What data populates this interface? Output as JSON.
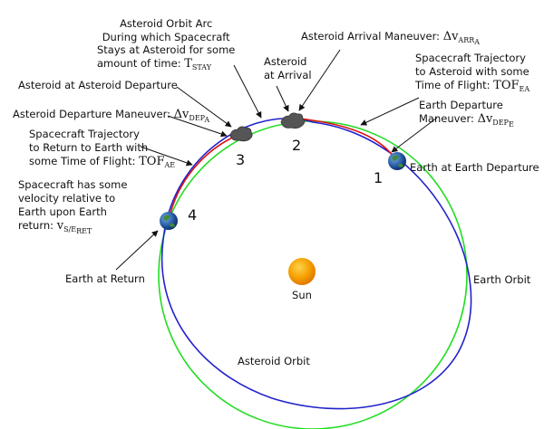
{
  "colors": {
    "earth_orbit": "#22dd22",
    "asteroid_orbit": "#2222cc",
    "trajectory": "#dd1111",
    "sun": "#f39a00",
    "arrow": "#111111"
  },
  "labels": {
    "orbit_arc": [
      "Asteroid Orbit Arc",
      "During which Spacecraft",
      "Stays at Asteroid for some",
      "amount of time: "
    ],
    "t_stay_sym": "T",
    "t_stay_sub": "STAY",
    "arrival_maneuver": "Asteroid Arrival Maneuver: ",
    "dv": "Δv",
    "arr_sub": "ARR",
    "sub_a": "A",
    "asteroid_at_arrival": [
      "Asteroid",
      "at Arrival"
    ],
    "traj_to_asteroid": [
      "Spacecraft Trajectory",
      "to Asteroid with some",
      "Time of Flight: "
    ],
    "tof_sym": "TOF",
    "ea_sub": "EA",
    "ae_sub": "AE",
    "asteroid_at_departure": "Asteroid at Asteroid Departure",
    "asteroid_departure_maneuver": "Asteroid Departure Maneuver: ",
    "dep_sub": "DEP",
    "earth_departure_maneuver": [
      "Earth Departure",
      "Maneuver: "
    ],
    "sub_e": "E",
    "traj_to_earth": [
      "Spacecraft Trajectory",
      "to Return to Earth with",
      "some Time of Flight: "
    ],
    "earth_at_departure": "Earth at Earth Departure",
    "velocity_note": [
      "Spacecraft has some",
      "velocity relative to",
      "Earth upon Earth",
      "return: "
    ],
    "v_sym": "v",
    "v_sub": "S/E",
    "ret_sub": "RET",
    "earth_at_return": "Earth at Return",
    "earth_orbit": "Earth Orbit",
    "asteroid_orbit": "Asteroid Orbit",
    "sun": "Sun"
  },
  "stage_numbers": [
    "1",
    "2",
    "3",
    "4"
  ],
  "icons": {
    "sun": "sun-icon",
    "earth": "earth-icon",
    "asteroid": "asteroid-icon"
  }
}
